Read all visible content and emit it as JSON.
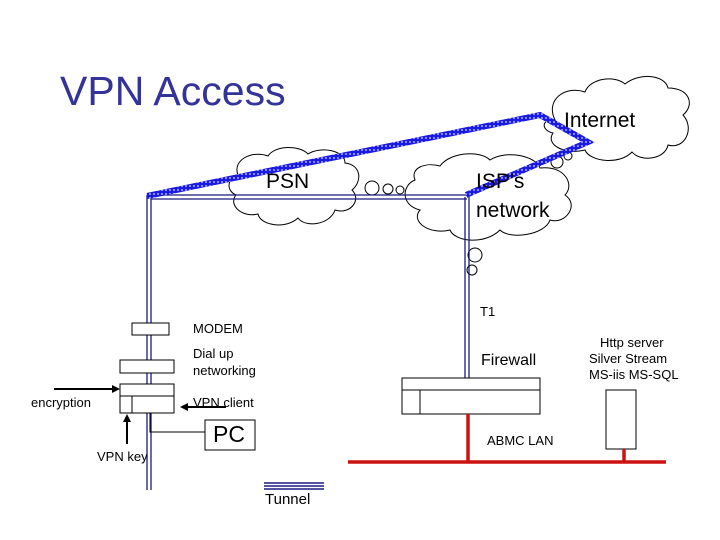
{
  "title": "VPN Access",
  "colors": {
    "title": "#333399",
    "tunnel": "#1a1ae6",
    "line": "#1a1a80",
    "lan": "#cc1111"
  },
  "clouds": {
    "internet": "Internet",
    "psn": "PSN",
    "isp_line1": "ISP's",
    "isp_line2": "network"
  },
  "labels": {
    "t1": "T1",
    "modem": "MODEM",
    "dialup_line1": "Dial up",
    "dialup_line2": "networking",
    "encryption": "encryption",
    "vpn_client": "VPN client",
    "vpn_key": "VPN key",
    "pc": "PC",
    "firewall": "Firewall",
    "abmc_lan": "ABMC LAN",
    "server_line1": "Http server",
    "server_line2": "Silver Stream",
    "server_line3": "MS-iis MS-SQL",
    "legend_tunnel": "Tunnel"
  }
}
